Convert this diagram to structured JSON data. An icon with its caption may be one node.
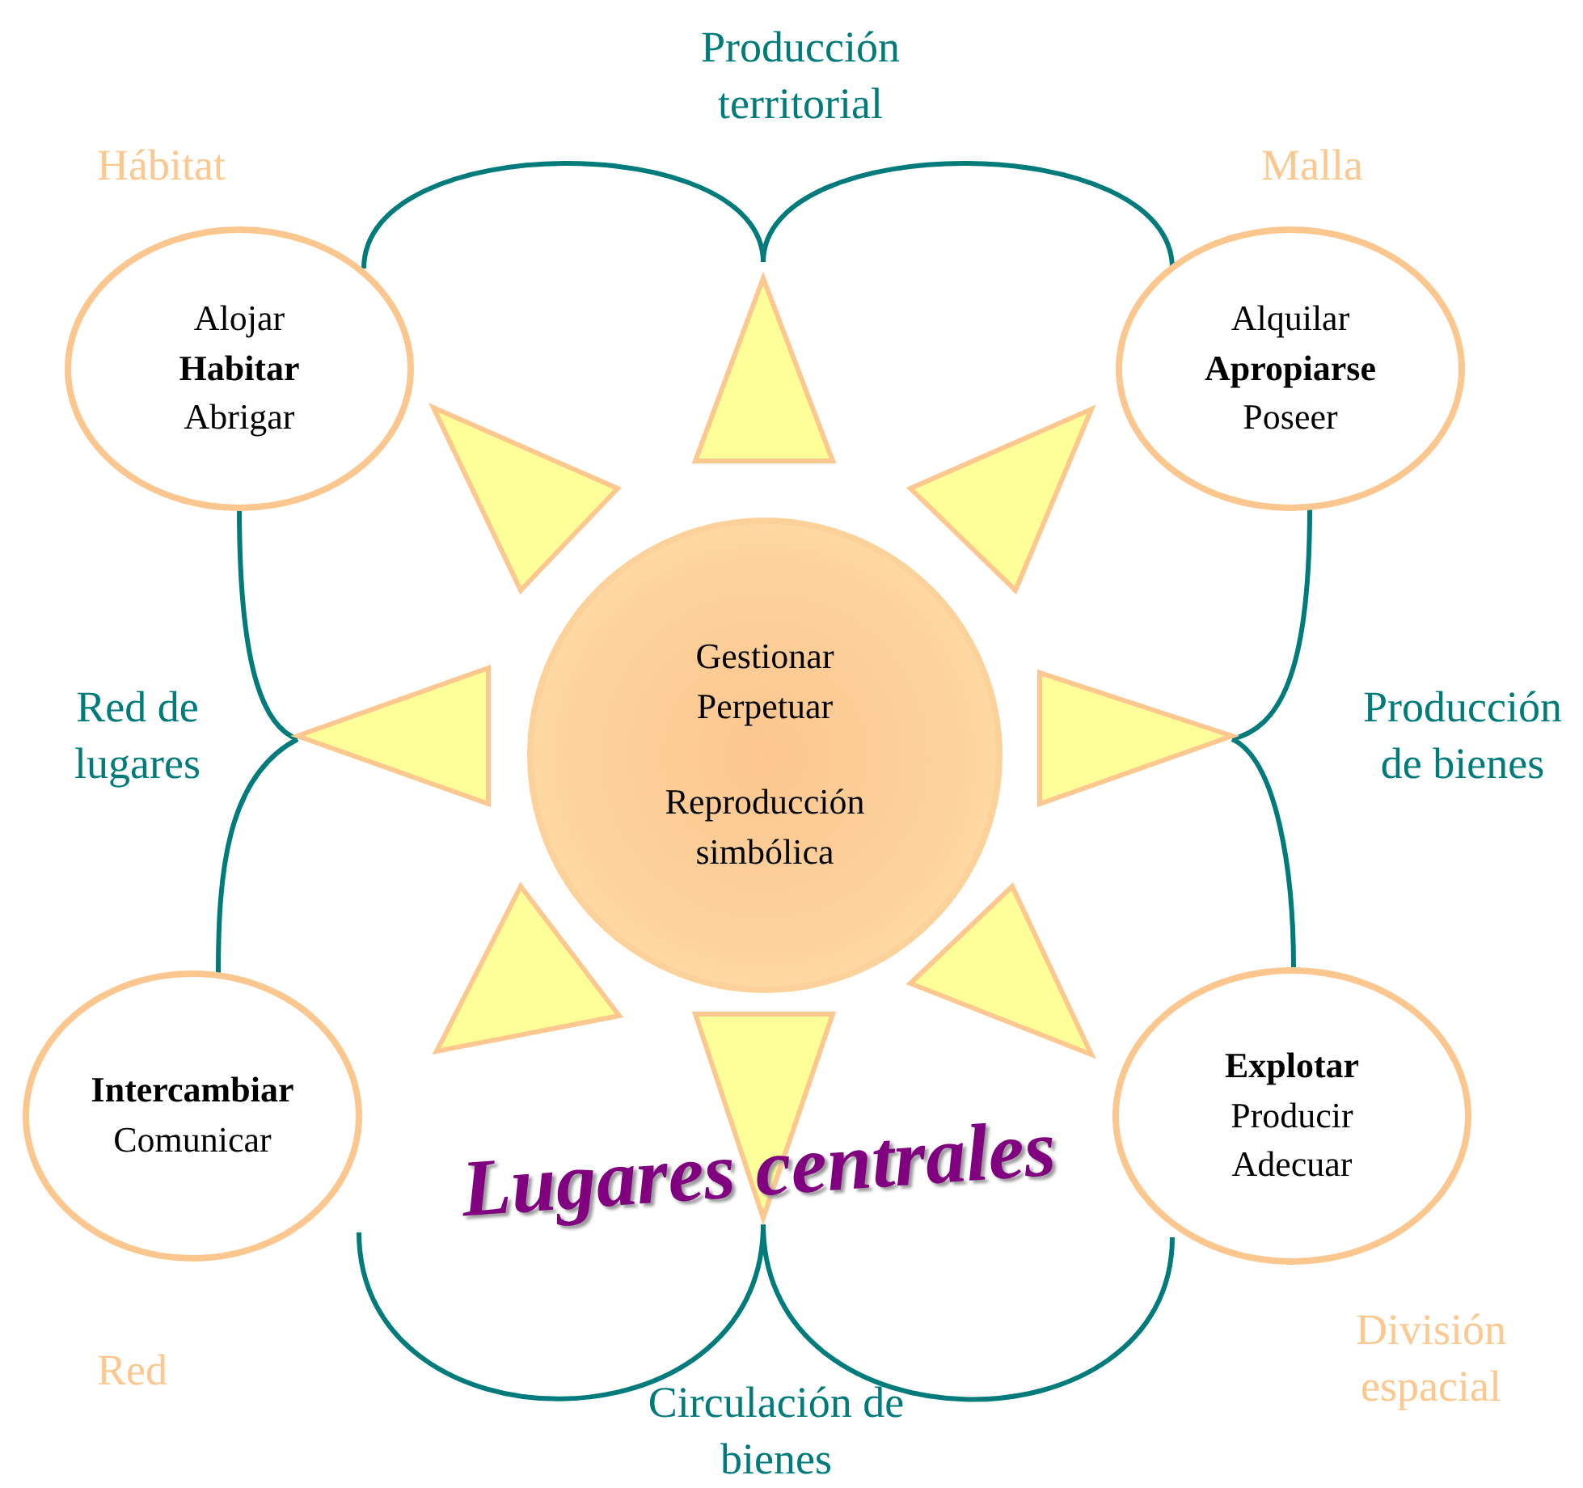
{
  "diagram": {
    "title": "Lugares centrales",
    "nodes": [
      {
        "text": [
          "Alojar",
          "Habitar",
          "Abrigar"
        ],
        "beside": [
          "Hábitat"
        ]
      },
      {
        "text": [],
        "shape": "triangle"
      },
      {
        "text": [
          "Alquilar",
          "Apropiarse",
          "Poseer"
        ],
        "beside": [
          "Malla"
        ]
      },
      {
        "text": [],
        "shape": "triangle"
      },
      {
        "text": [],
        "shape": "triangle"
      },
      {
        "text": [],
        "shape": "triangle"
      },
      {
        "text": [
          "Gestionar Perpetuar",
          "Reproducción simbólica"
        ]
      },
      {
        "text": [],
        "shape": "triangle"
      },
      {
        "text": [],
        "shape": "triangle"
      },
      {
        "text": [],
        "shape": "triangle"
      },
      {
        "text": [],
        "shape": "triangle"
      },
      {
        "text": [
          "Intercambiar",
          "Comunicar"
        ],
        "beside": [
          "Red"
        ]
      },
      {
        "text": [
          "Explotar",
          "Producir",
          "Adecuar"
        ],
        "beside": [
          "División espacial"
        ]
      }
    ],
    "edges": [
      {
        "from": 0,
        "to": 1,
        "arrow": "none"
      },
      {
        "from": 1,
        "to": 2,
        "arrow": "none"
      },
      {
        "from": 0,
        "to": 5,
        "arrow": "none"
      },
      {
        "from": 5,
        "to": 11,
        "arrow": "none"
      },
      {
        "from": 2,
        "to": 7,
        "arrow": "none"
      },
      {
        "from": 7,
        "to": 12,
        "arrow": "none"
      },
      {
        "from": 11,
        "to": 10,
        "arrow": "none"
      },
      {
        "from": 10,
        "to": 12,
        "arrow": "none"
      }
    ],
    "labels": [
      "Producción territorial",
      "Red de lugares",
      "Producción de bienes",
      "Circulación de bienes"
    ]
  }
}
